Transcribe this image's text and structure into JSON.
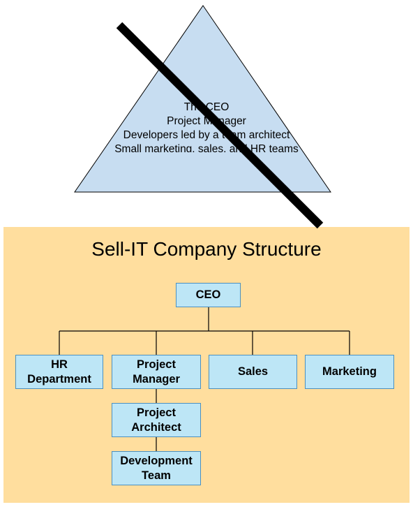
{
  "old_structure": {
    "lines": [
      "The CEO",
      "Project Manager",
      "Developers led by a team architect",
      "Small marketing, sales, and HR teams"
    ],
    "fill_color": "#C7DDF1",
    "crossed_out": true
  },
  "new_structure": {
    "title": "Sell-IT Company Structure",
    "background_color": "#FFDE9E",
    "node_color": "#BDE6F6",
    "nodes": {
      "ceo": "CEO",
      "hr": [
        "HR",
        "Department"
      ],
      "pm": [
        "Project",
        "Manager"
      ],
      "sales": "Sales",
      "marketing": "Marketing",
      "architect": [
        "Project",
        "Architect"
      ],
      "devteam": [
        "Development",
        "Team"
      ]
    }
  }
}
